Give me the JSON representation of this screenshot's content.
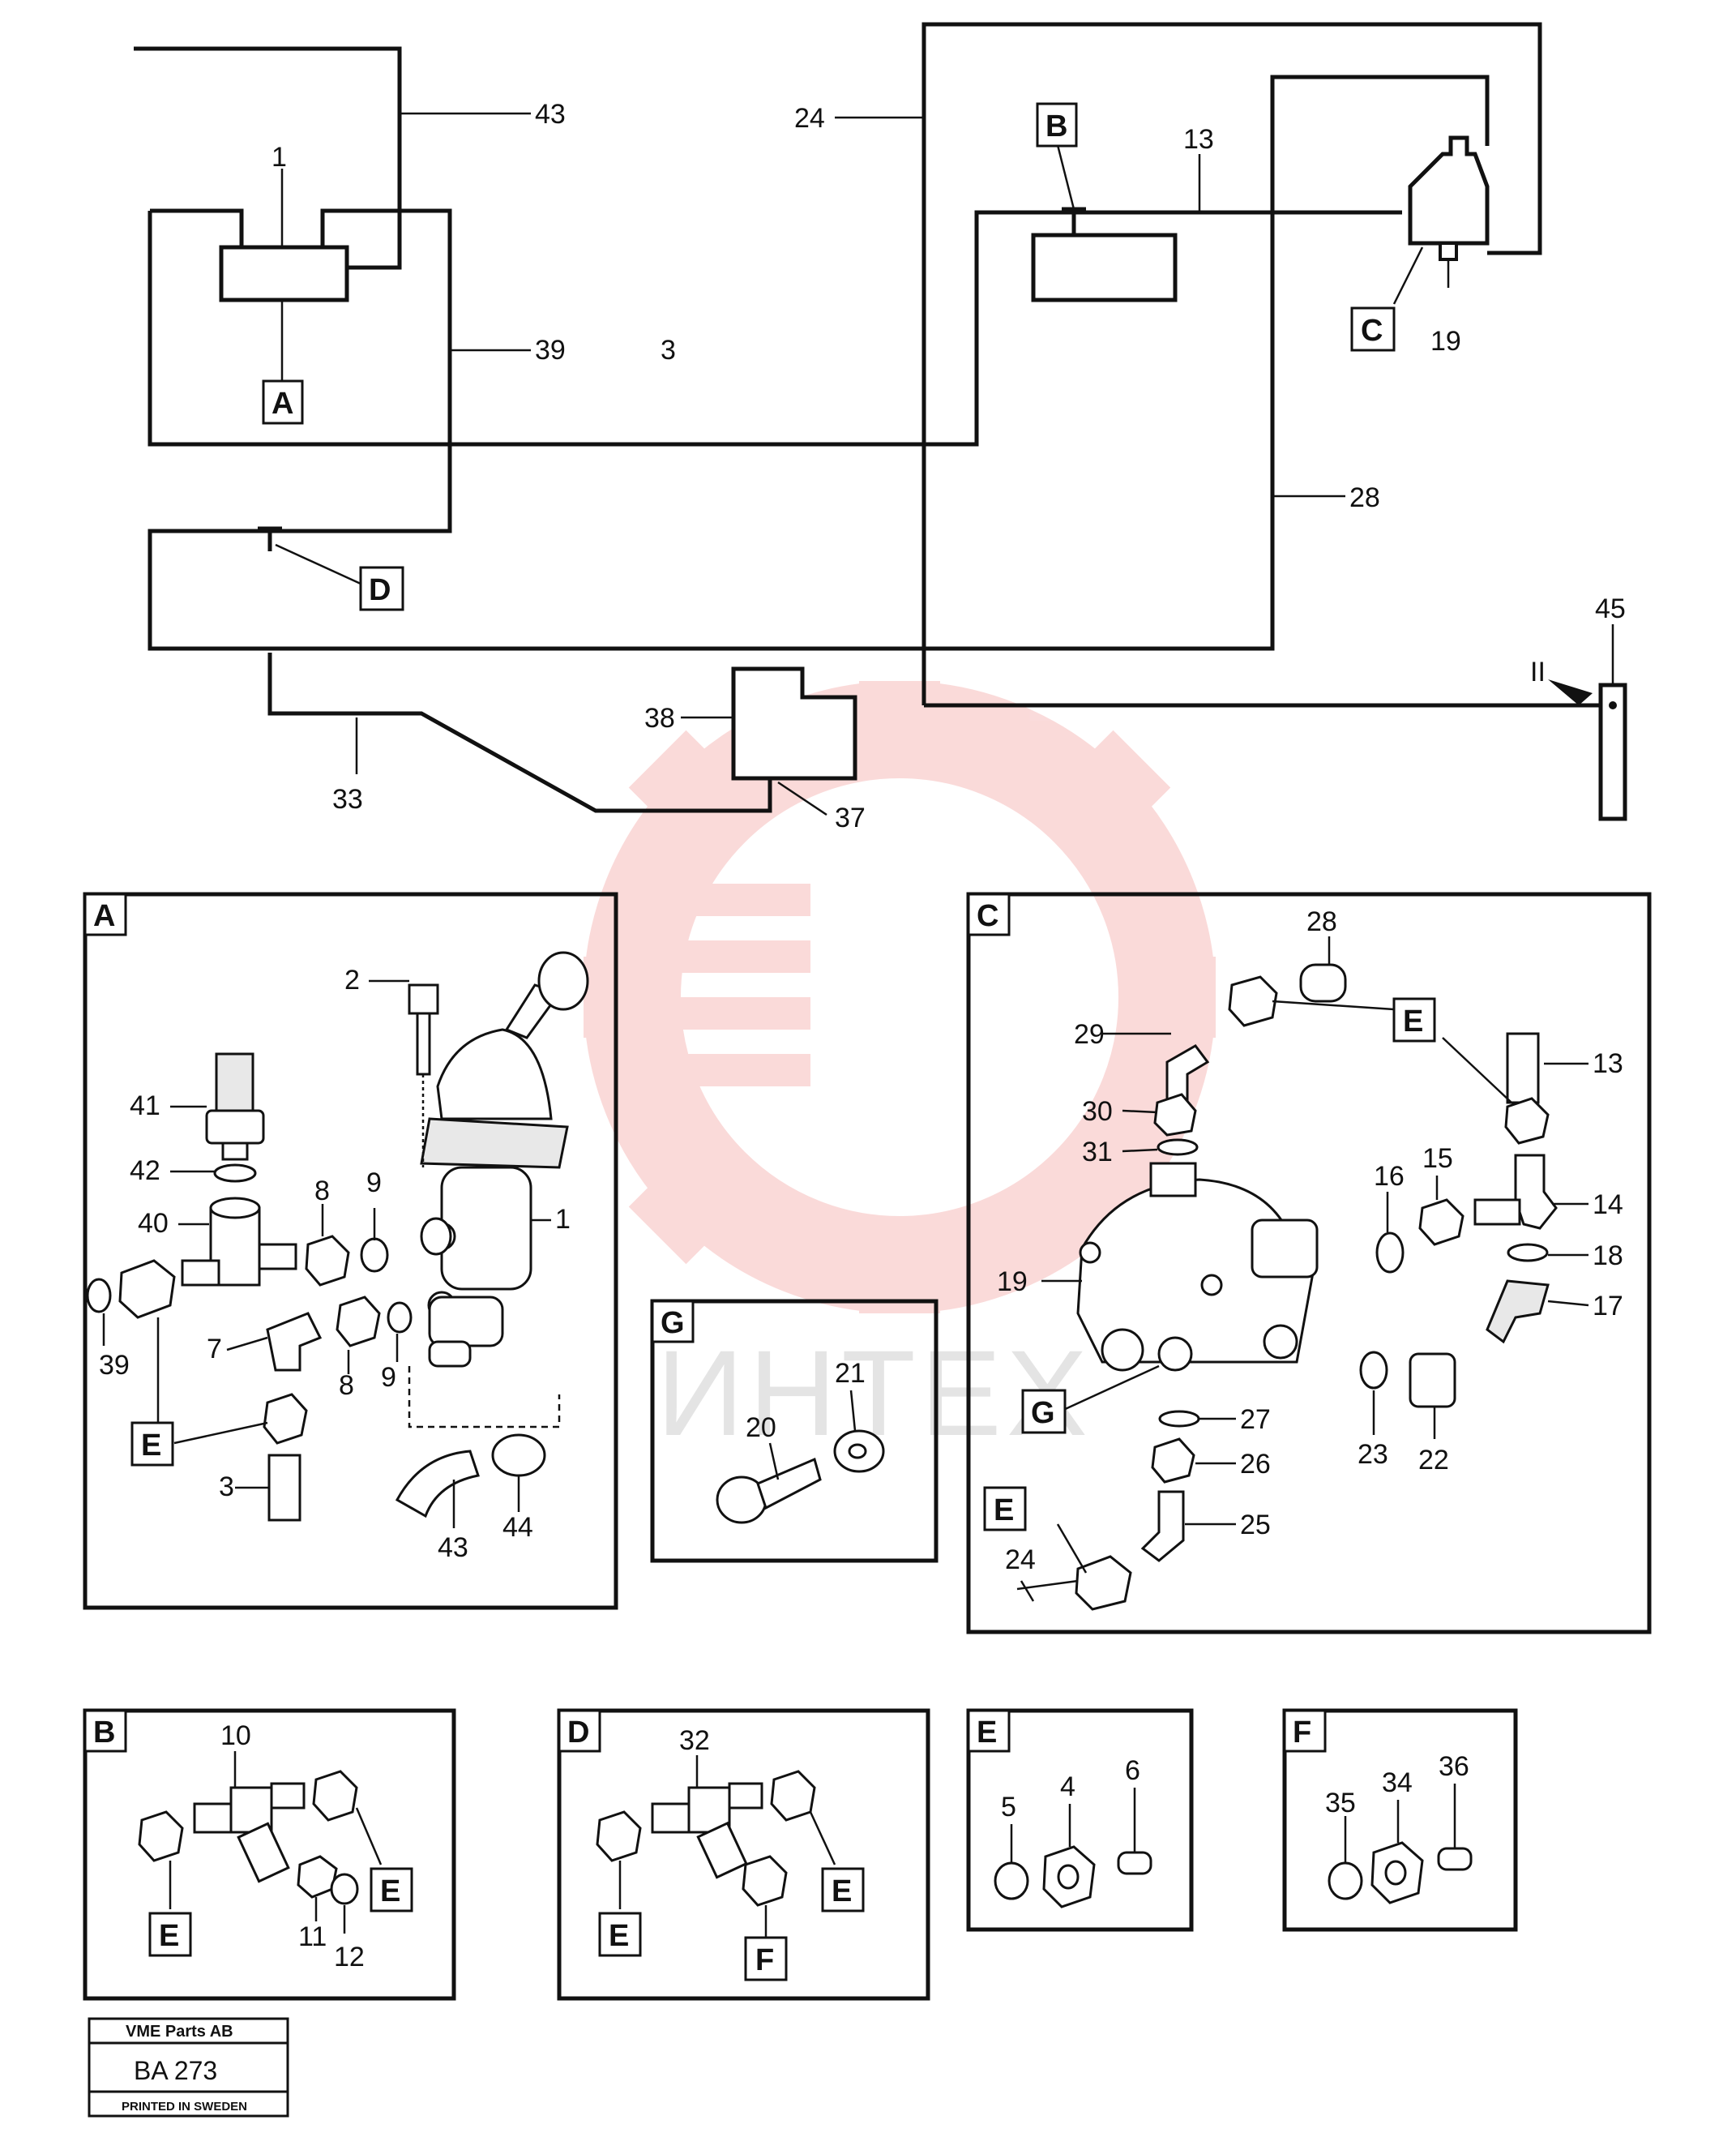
{
  "watermark": {
    "text": "ИНТЕХ",
    "color": "#e53935"
  },
  "schematic": {
    "callouts": {
      "c1": "1",
      "c3": "3",
      "c13": "13",
      "c19": "19",
      "c24": "24",
      "c28": "28",
      "c33": "33",
      "c37": "37",
      "c38": "38",
      "c39": "39",
      "c43": "43",
      "c45": "45",
      "cII": "II"
    },
    "boxes": {
      "A": "A",
      "B": "B",
      "C": "C",
      "D": "D"
    }
  },
  "panels": {
    "A": {
      "title": "A",
      "labels": {
        "l1": "1",
        "l2": "2",
        "l3": "3",
        "l7": "7",
        "l8a": "8",
        "l8b": "8",
        "l9a": "9",
        "l9b": "9",
        "l39": "39",
        "l40": "40",
        "l41": "41",
        "l42": "42",
        "l43": "43",
        "l44": "44",
        "E": "E"
      }
    },
    "G": {
      "title": "G",
      "labels": {
        "l20": "20",
        "l21": "21"
      }
    },
    "C": {
      "title": "C",
      "labels": {
        "l13": "13",
        "l14": "14",
        "l15": "15",
        "l16": "16",
        "l17": "17",
        "l18": "18",
        "l19": "19",
        "l22": "22",
        "l23": "23",
        "l24": "24",
        "l25": "25",
        "l26": "26",
        "l27": "27",
        "l28": "28",
        "l29": "29",
        "l30": "30",
        "l31": "31",
        "E1": "E",
        "E2": "E",
        "G": "G"
      }
    },
    "B": {
      "title": "B",
      "labels": {
        "l10": "10",
        "l11": "11",
        "l12": "12",
        "E1": "E",
        "E2": "E"
      }
    },
    "D": {
      "title": "D",
      "labels": {
        "l32": "32",
        "E1": "E",
        "E2": "E",
        "F": "F"
      }
    },
    "E": {
      "title": "E",
      "labels": {
        "l4": "4",
        "l5": "5",
        "l6": "6"
      }
    },
    "F": {
      "title": "F",
      "labels": {
        "l34": "34",
        "l35": "35",
        "l36": "36"
      }
    }
  },
  "title_block": {
    "company": "VME Parts AB",
    "drawing": "BA 273",
    "printed": "PRINTED IN SWEDEN"
  }
}
